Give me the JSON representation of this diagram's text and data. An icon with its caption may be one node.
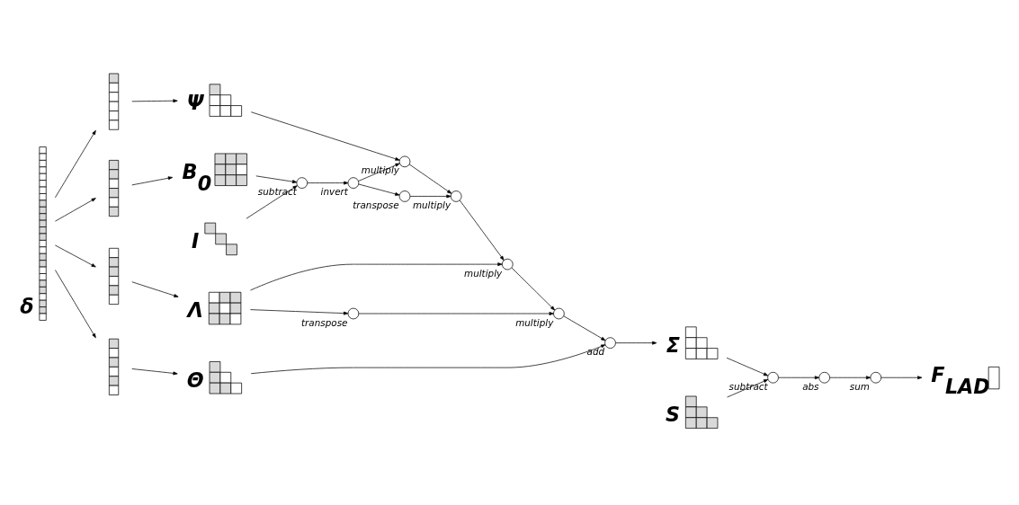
{
  "diagram": {
    "nodes": [
      {
        "text": [
          "δ"
        ]
      },
      {
        "text": [],
        "shape": "picture"
      },
      {
        "text": [],
        "shape": "picture"
      },
      {
        "text": [],
        "shape": "picture"
      },
      {
        "text": [],
        "shape": "picture"
      },
      {
        "text": [
          "Ψ"
        ]
      },
      {
        "text": [
          "B$_{0}$"
        ]
      },
      {
        "text": [
          "Λ"
        ]
      },
      {
        "text": [
          "Θ"
        ]
      },
      {
        "text": [
          "I"
        ]
      },
      {
        "text": [],
        "shape": "circle",
        "beside": [
          "multiply"
        ]
      },
      {
        "text": [],
        "shape": "circle",
        "beside": [
          "transpose"
        ]
      },
      {
        "text": [],
        "shape": "circle",
        "beside": [
          "multiply"
        ]
      },
      {
        "text": [],
        "shape": "circle",
        "beside": [
          "subtract"
        ]
      },
      {
        "text": [],
        "shape": "circle",
        "beside": [
          "invert"
        ]
      },
      {
        "text": [],
        "shape": "circle",
        "beside": [
          "multiply"
        ]
      },
      {
        "text": [],
        "shape": "circle",
        "beside": [
          "multiply"
        ]
      },
      {
        "text": [],
        "shape": "circle",
        "beside": [
          "transpose"
        ]
      },
      {
        "text": [],
        "shape": "circle",
        "beside": [
          "add"
        ]
      },
      {
        "text": [
          "Σ"
        ]
      },
      {
        "text": [
          "S"
        ]
      },
      {
        "text": [],
        "shape": "circle",
        "beside": [
          "subtract"
        ]
      },
      {
        "text": [],
        "shape": "circle",
        "beside": [
          "abs"
        ]
      },
      {
        "text": [],
        "shape": "circle",
        "beside": [
          "sum"
        ]
      },
      {
        "text": [
          "F$_{LAD}$"
        ]
      }
    ],
    "edges": [
      {
        "from": 0,
        "to": 1,
        "arrow": "to"
      },
      {
        "from": 0,
        "to": 2,
        "arrow": "to"
      },
      {
        "from": 0,
        "to": 3,
        "arrow": "to"
      },
      {
        "from": 0,
        "to": 4,
        "arrow": "to"
      },
      {
        "from": 1,
        "to": 5,
        "arrow": "to"
      },
      {
        "from": 2,
        "to": 6,
        "arrow": "to"
      },
      {
        "from": 3,
        "to": 7,
        "arrow": "to"
      },
      {
        "from": 4,
        "to": 8,
        "arrow": "to"
      },
      {
        "from": 5,
        "to": 10,
        "arrow": "to"
      },
      {
        "from": 6,
        "to": 13,
        "arrow": "to"
      },
      {
        "from": 9,
        "to": 13,
        "arrow": "to"
      },
      {
        "from": 13,
        "to": 14,
        "arrow": "to"
      },
      {
        "from": 14,
        "to": 10,
        "arrow": "to"
      },
      {
        "from": 14,
        "to": 11,
        "arrow": "to"
      },
      {
        "from": 11,
        "to": 12,
        "arrow": "to"
      },
      {
        "from": 10,
        "to": 12,
        "arrow": "to"
      },
      {
        "from": 12,
        "to": 15,
        "arrow": "to"
      },
      {
        "from": 7,
        "to": 15,
        "arrow": "to"
      },
      {
        "from": 7,
        "to": 17,
        "arrow": "to"
      },
      {
        "from": 15,
        "to": 16,
        "arrow": "to"
      },
      {
        "from": 17,
        "to": 16,
        "arrow": "to"
      },
      {
        "from": 16,
        "to": 18,
        "arrow": "to"
      },
      {
        "from": 8,
        "to": 18,
        "arrow": "to"
      },
      {
        "from": 18,
        "to": 19,
        "arrow": "to"
      },
      {
        "from": 19,
        "to": 21,
        "arrow": "to"
      },
      {
        "from": 20,
        "to": 21,
        "arrow": "to"
      },
      {
        "from": 21,
        "to": 22,
        "arrow": "to"
      },
      {
        "from": 22,
        "to": 23,
        "arrow": "to"
      },
      {
        "from": 23,
        "to": 24,
        "arrow": "to"
      }
    ]
  }
}
